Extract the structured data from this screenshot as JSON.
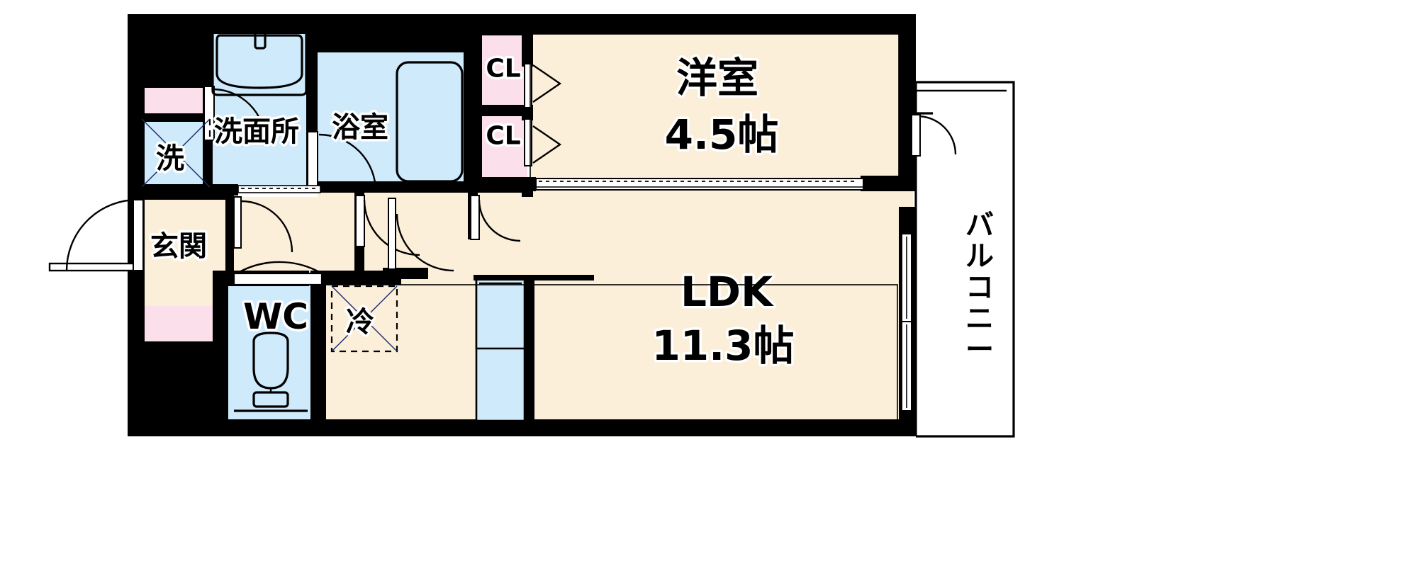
{
  "plan": {
    "type": "apartment-floor-plan",
    "layout_code": "1LDK",
    "background_color": "#ffffff",
    "colors": {
      "wall": "#000000",
      "living_fill": "#fbefd9",
      "wet_area_fill": "#cfeafb",
      "closet_fill": "#fbe0ec",
      "outline": "#000000"
    }
  },
  "rooms": [
    {
      "id": "bedroom",
      "name": "洋室",
      "size": "4.5帖",
      "fill": "#fbefd9"
    },
    {
      "id": "ldk",
      "name": "LDK",
      "size": "11.3帖",
      "fill": "#fbefd9"
    },
    {
      "id": "washroom",
      "name": "洗面所",
      "size": "",
      "fill": "#cfeafb"
    },
    {
      "id": "bathroom",
      "name": "浴室",
      "size": "",
      "fill": "#cfeafb"
    },
    {
      "id": "entrance",
      "name": "玄関",
      "size": "",
      "fill": "#fbefd9"
    },
    {
      "id": "toilet",
      "name": "WC",
      "size": "",
      "fill": "#cfeafb"
    },
    {
      "id": "balcony",
      "name": "バルコニー",
      "size": "",
      "fill": "#ffffff"
    }
  ],
  "fixtures": [
    {
      "id": "washer",
      "label": "洗",
      "kind": "washing-machine-space"
    },
    {
      "id": "refrigerator",
      "label": "冷",
      "kind": "refrigerator-space"
    },
    {
      "id": "closet_upper",
      "label": "CL",
      "kind": "closet"
    },
    {
      "id": "closet_lower",
      "label": "CL",
      "kind": "closet"
    }
  ],
  "labels": {
    "bedroom_name": "洋室",
    "bedroom_size": "4.5帖",
    "ldk_name": "LDK",
    "ldk_size": "11.3帖",
    "washroom": "洗面所",
    "bathroom": "浴室",
    "entrance": "玄関",
    "toilet": "WC",
    "washer": "洗",
    "refrigerator": "冷",
    "closet_1": "CL",
    "closet_2": "CL",
    "balcony_chars": [
      "バ",
      "ル",
      "コ",
      "ニ",
      "ー"
    ]
  }
}
